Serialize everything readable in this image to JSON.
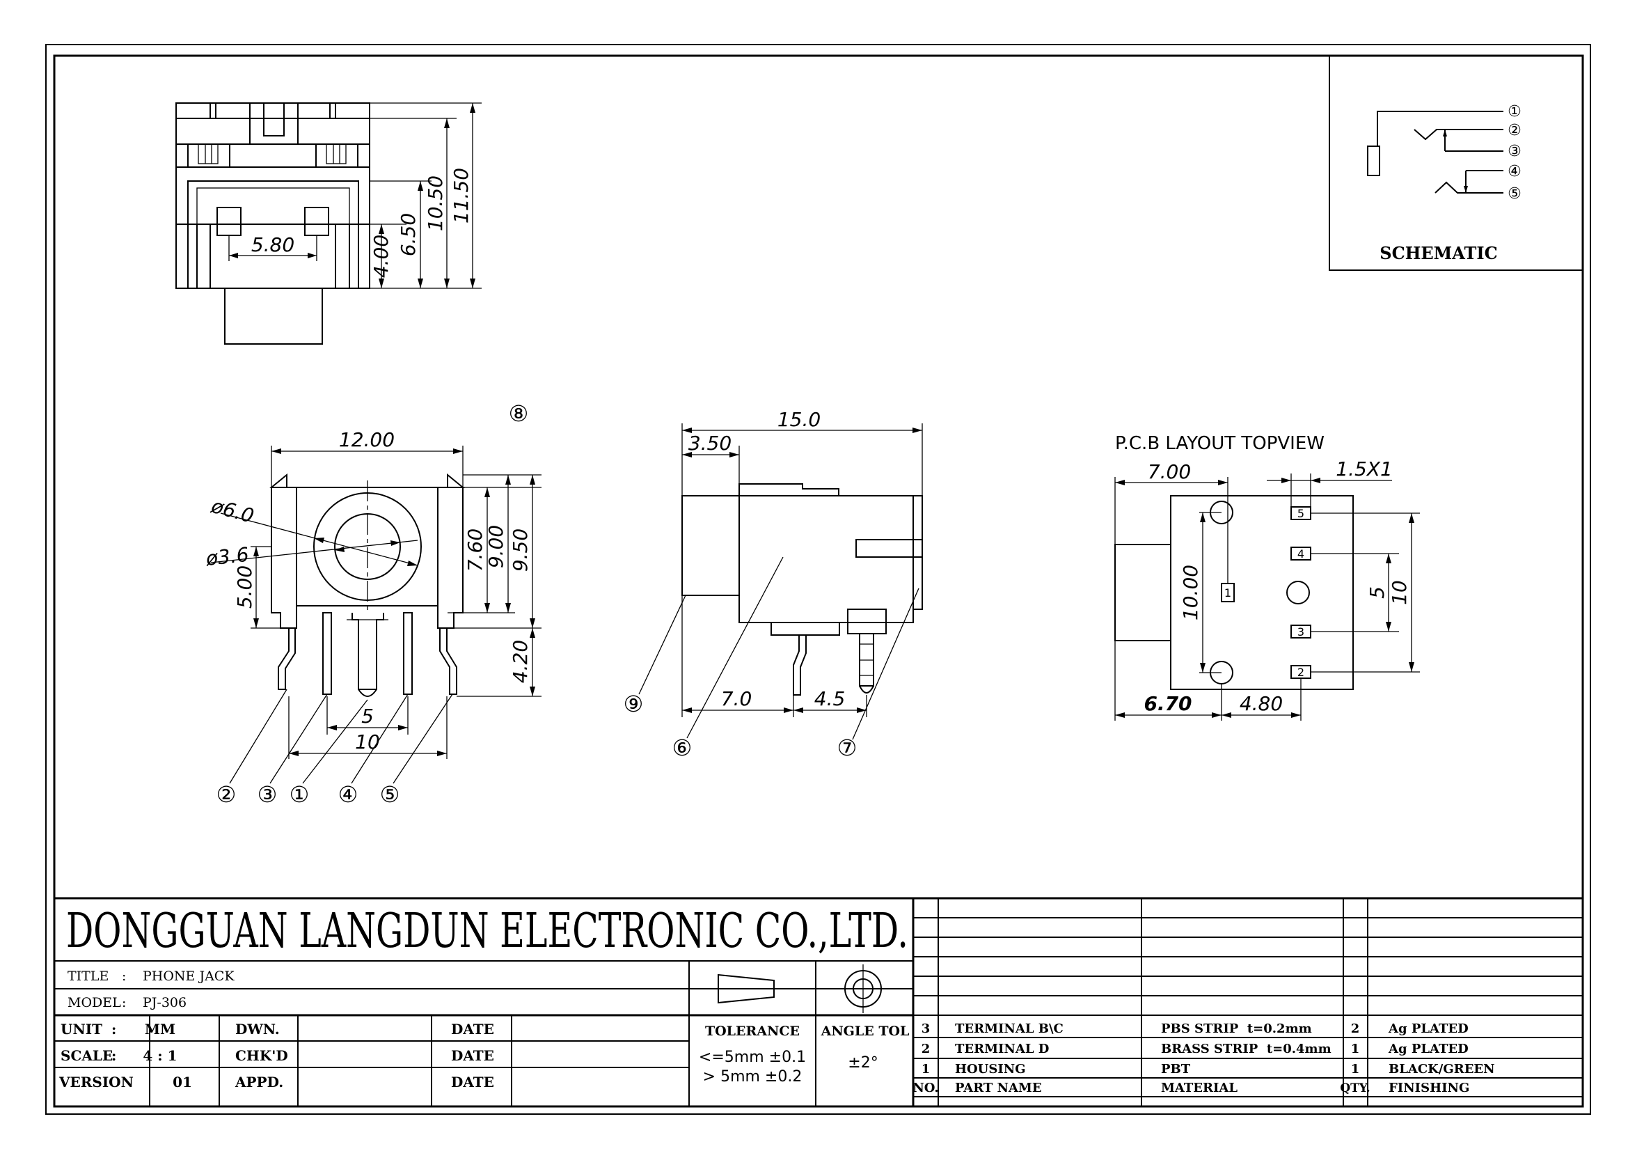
{
  "company": "DONGGUAN LANGDUN ELECTRONIC CO.,LTD.",
  "title_label": "TITLE",
  "title_value": "PHONE JACK",
  "model_label": "MODEL",
  "model_value": "PJ-306",
  "colon": ":",
  "unit_label": "UNIT",
  "unit_value": "MM",
  "scale_label": "SCALE",
  "scale_value": "4 : 1",
  "version_label": "VERSION",
  "version_value": "01",
  "dwn_label": "DWN.",
  "chkd_label": "CHK'D",
  "appd_label": "APPD.",
  "date_label": "DATE",
  "tolerance_label": "TOLERANCE",
  "tolerance_line1": "<=5mm ±0.1",
  "tolerance_line2": "> 5mm ±0.2",
  "angle_tol_label": "ANGLE TOL",
  "angle_tol_value": "±2°",
  "bom_headers": {
    "no": "NO.",
    "part": "PART NAME",
    "material": "MATERIAL",
    "qty": "QTY.",
    "finishing": "FINISHING"
  },
  "bom_rows": [
    {
      "no": "3",
      "part": "TERMINAL B\\C",
      "material": "PBS STRIP  t=0.2mm",
      "qty": "2",
      "finishing": "Ag PLATED"
    },
    {
      "no": "2",
      "part": "TERMINAL D",
      "material": "BRASS STRIP  t=0.4mm",
      "qty": "1",
      "finishing": "Ag PLATED"
    },
    {
      "no": "1",
      "part": "HOUSING",
      "material": "PBT",
      "qty": "1",
      "finishing": "BLACK/GREEN"
    }
  ],
  "schematic_label": "SCHEMATIC",
  "schematic_pins": [
    "①",
    "②",
    "③",
    "④",
    "⑤"
  ],
  "pcb_title": "P.C.B LAYOUT TOPVIEW",
  "pcb_pads": [
    "5",
    "4",
    "1",
    "3",
    "2"
  ],
  "dims_top": {
    "w": "5.80",
    "h1": "4.00",
    "h2": "6.50",
    "h3": "10.50",
    "h4": "11.50"
  },
  "dims_front": {
    "w": "12.00",
    "d1": "ø6.0",
    "d2": "ø3.6",
    "h1": "5.00",
    "h2": "7.60",
    "h3": "9.00",
    "h4": "9.50",
    "pin_len": "4.20",
    "pitch1": "5",
    "pitch2": "10"
  },
  "dims_side": {
    "len": "15.0",
    "front": "3.50",
    "p1": "7.0",
    "p2": "4.5"
  },
  "dims_pcb": {
    "w": "7.00",
    "slot": "1.5X1",
    "h": "10.00",
    "p1": "5",
    "p2": "10",
    "b1": "6.70",
    "b2": "4.80"
  },
  "callouts": [
    "①",
    "②",
    "③",
    "④",
    "⑤",
    "⑥",
    "⑦",
    "⑧",
    "⑨"
  ]
}
